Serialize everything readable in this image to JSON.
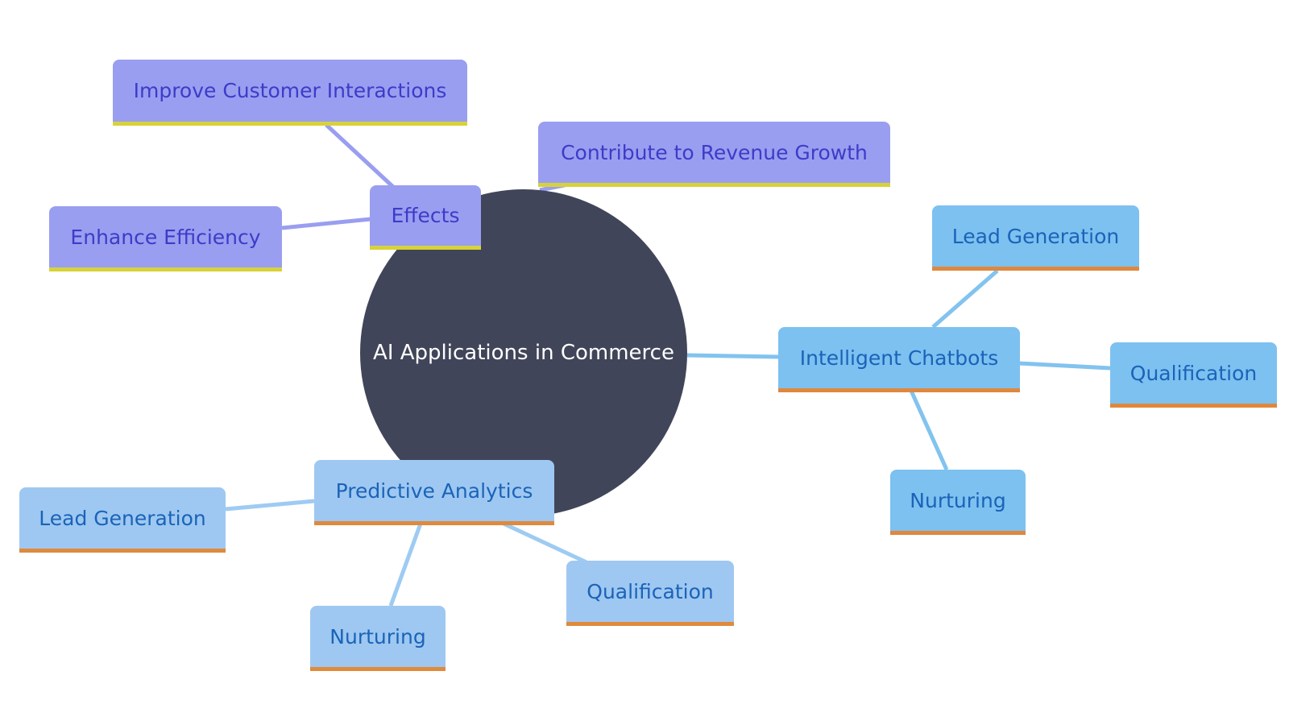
{
  "center": {
    "label": "AI Applications in Commerce"
  },
  "branches": {
    "effects": {
      "label": "Effects",
      "children": [
        {
          "label": "Improve Customer Interactions"
        },
        {
          "label": "Contribute to Revenue Growth"
        },
        {
          "label": "Enhance Efficiency"
        }
      ]
    },
    "chatbots": {
      "label": "Intelligent Chatbots",
      "children": [
        {
          "label": "Lead Generation"
        },
        {
          "label": "Qualification"
        },
        {
          "label": "Nurturing"
        }
      ]
    },
    "predictive": {
      "label": "Predictive Analytics",
      "children": [
        {
          "label": "Lead Generation"
        },
        {
          "label": "Qualification"
        },
        {
          "label": "Nurturing"
        }
      ]
    }
  },
  "colors": {
    "center_fill": "#414559",
    "effects_fill": "#9a9ef0",
    "effects_text": "#3c3cc8",
    "effects_underline": "#d7d23a",
    "chatbots_fill": "#7cc1f0",
    "predictive_fill": "#9ec8f1",
    "blue_text": "#1b63b8",
    "blue_underline": "#e0873e"
  }
}
